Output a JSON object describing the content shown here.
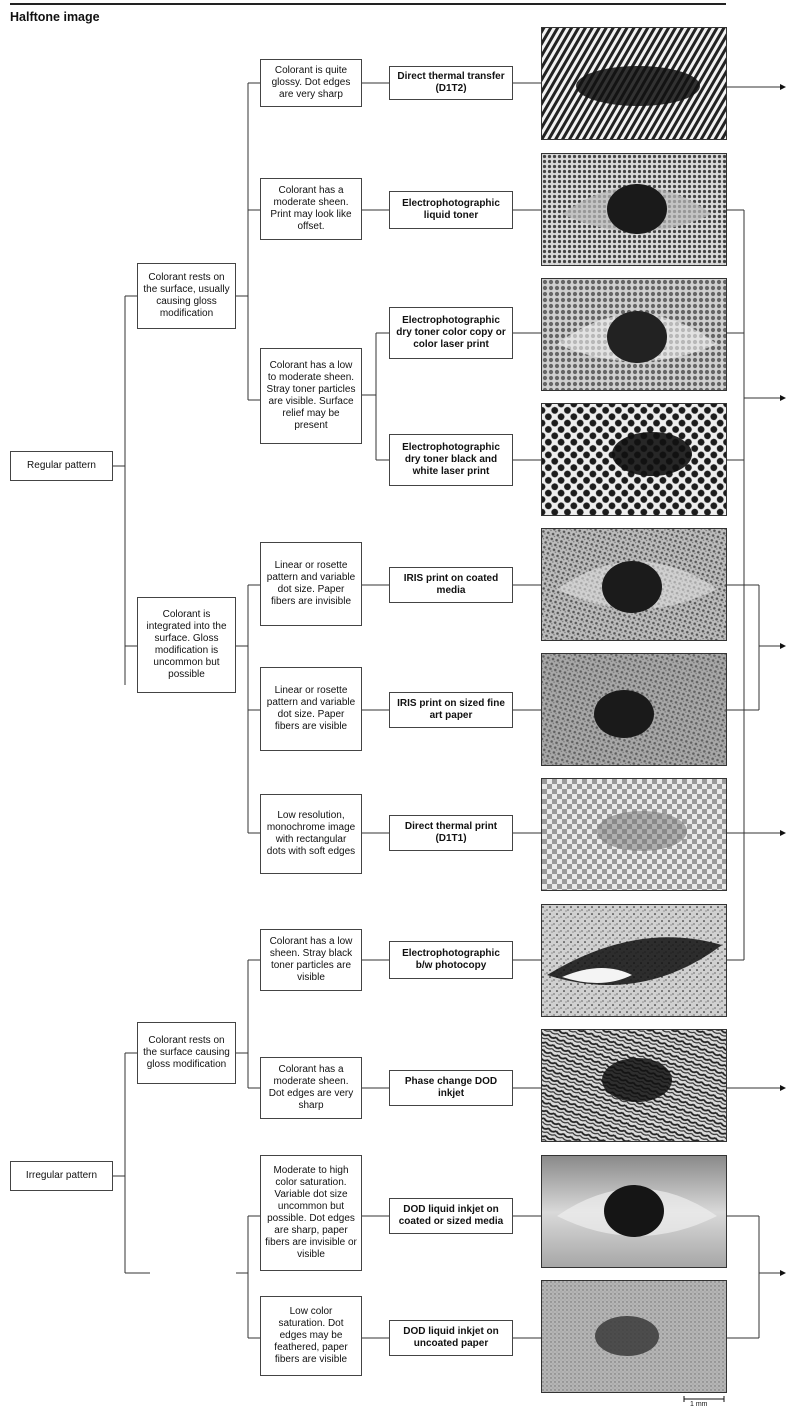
{
  "title": "Halftone image",
  "root_nodes": [
    {
      "id": "regular",
      "label": "Regular pattern"
    },
    {
      "id": "irregular",
      "label": "Irregular pattern"
    }
  ],
  "groups": [
    {
      "id": "g1",
      "label": "Colorant rests on the surface, usually causing gloss modification"
    },
    {
      "id": "g2",
      "label": "Colorant is integrated into the surface. Gloss modification is uncommon but possible"
    },
    {
      "id": "g3",
      "label": "Colorant rests on the surface causing gloss modification"
    }
  ],
  "descriptions": [
    {
      "id": "d1",
      "label": "Colorant is quite glossy. Dot edges are very sharp"
    },
    {
      "id": "d2",
      "label": "Colorant has a moderate sheen. Print may look like offset."
    },
    {
      "id": "d3",
      "label": "Colorant has a low to moderate sheen. Stray toner particles are visible. Surface relief may be present"
    },
    {
      "id": "d4",
      "label": "Linear or rosette pattern and variable dot size. Paper fibers are invisible"
    },
    {
      "id": "d5",
      "label": "Linear or rosette pattern and variable dot size. Paper fibers are visible"
    },
    {
      "id": "d6",
      "label": "Low resolution, monochrome image with rectangular dots with soft edges"
    },
    {
      "id": "d7",
      "label": "Colorant has a low sheen. Stray black toner particles are visible"
    },
    {
      "id": "d8",
      "label": "Colorant has a moderate sheen. Dot edges are very sharp"
    },
    {
      "id": "d9",
      "label": "Moderate to high color saturation. Variable dot size uncommon but possible. Dot edges are sharp, paper fibers are invisible or visible"
    },
    {
      "id": "d10",
      "label": "Low color saturation. Dot edges may be feathered, paper fibers are visible"
    }
  ],
  "technologies": [
    {
      "id": "t1",
      "label": "Direct thermal transfer (D1T2)",
      "texture": "diagonal"
    },
    {
      "id": "t2",
      "label": "Electrophotographic liquid toner",
      "texture": "fine-dots"
    },
    {
      "id": "t3",
      "label": "Electrophotographic dry toner color copy or color laser print",
      "texture": "soft-dots"
    },
    {
      "id": "t4",
      "label": "Electrophotographic dry toner black and white laser print",
      "texture": "coarse-dots"
    },
    {
      "id": "t5",
      "label": "IRIS print on coated media",
      "texture": "rosette"
    },
    {
      "id": "t6",
      "label": "IRIS print on sized fine art paper",
      "texture": "rosette-fibers"
    },
    {
      "id": "t7",
      "label": "Direct thermal print (D1T1)",
      "texture": "checker"
    },
    {
      "id": "t8",
      "label": "Electrophotographic b/w photocopy",
      "texture": "speckle"
    },
    {
      "id": "t9",
      "label": "Phase change DOD inkjet",
      "texture": "worm"
    },
    {
      "id": "t10",
      "label": "DOD liquid inkjet on coated or sized media",
      "texture": "continuous"
    },
    {
      "id": "t11",
      "label": "DOD liquid inkjet on uncoated paper",
      "texture": "grainy"
    }
  ],
  "scale_bar": {
    "label": "1 mm"
  }
}
